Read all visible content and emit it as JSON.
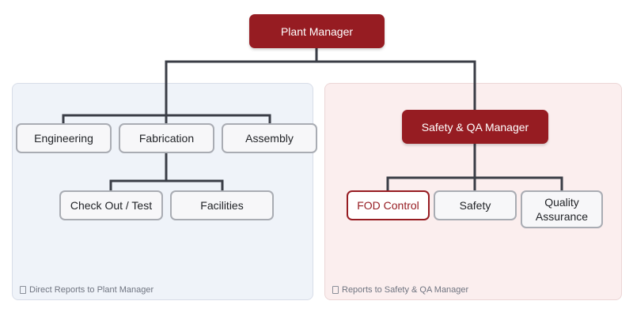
{
  "colors": {
    "accent": "#961c22",
    "node_border": "#a9acb3",
    "connector": "#3a3d46",
    "left_panel_bg": "#eff3f9",
    "right_panel_bg": "#fbeeee"
  },
  "org": {
    "top": "Plant Manager",
    "safety_qa": "Safety & QA Manager",
    "row1": [
      "Engineering",
      "Fabrication",
      "Assembly"
    ],
    "row2": [
      "Check Out / Test",
      "Facilities"
    ],
    "qa_children": [
      "FOD Control",
      "Safety",
      "Quality\nAssurance"
    ]
  },
  "panels": {
    "left_caption": "Direct Reports to Plant Manager",
    "right_caption": "Reports to Safety & QA Manager",
    "caption_icon": "square-outline-icon"
  }
}
